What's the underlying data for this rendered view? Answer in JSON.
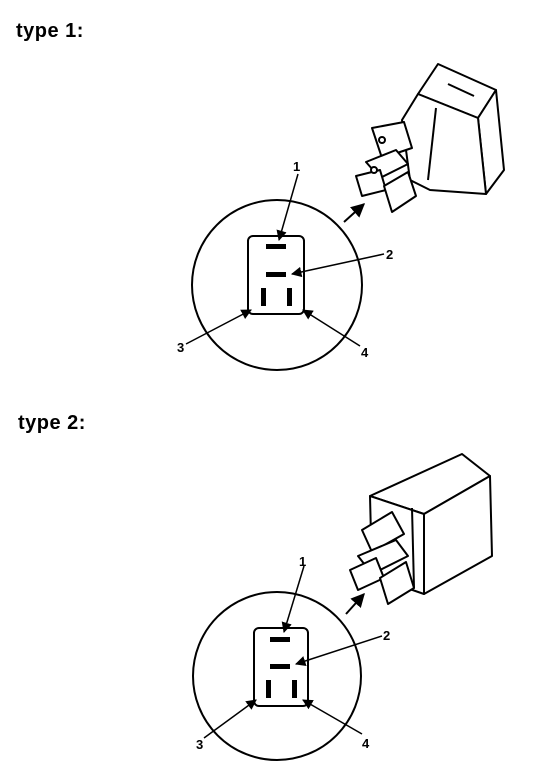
{
  "headings": {
    "type1": "type 1:",
    "type2": "type 2:"
  },
  "type1_labels": {
    "p1": "1",
    "p2": "2",
    "p3": "3",
    "p4": "4"
  },
  "type2_labels": {
    "p1": "1",
    "p2": "2",
    "p3": "3",
    "p4": "4"
  }
}
